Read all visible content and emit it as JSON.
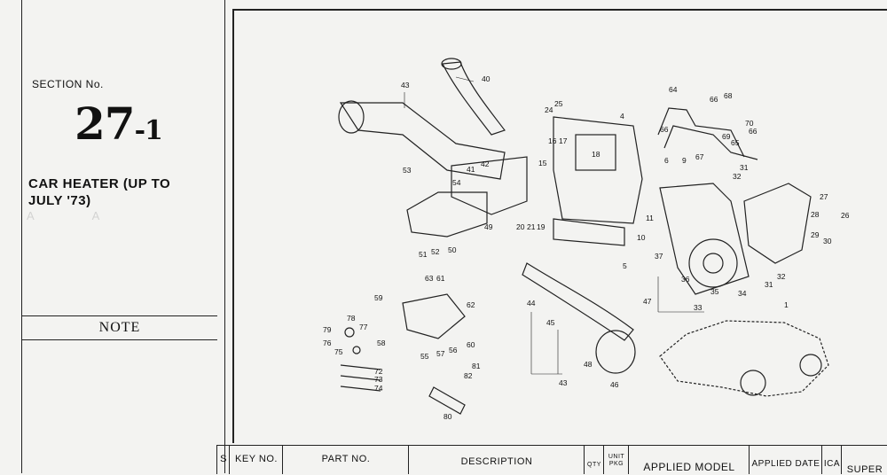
{
  "section": {
    "label": "SECTION No.",
    "number": "27",
    "suffix": "-1",
    "title": "CAR HEATER (UP TO JULY '73)"
  },
  "note": {
    "label": "NOTE"
  },
  "table_header": {
    "s": "S",
    "key_no": "KEY NO.",
    "part_no": "PART NO.",
    "description": "DESCRIPTION",
    "qty": "QTY",
    "unit_pkg": "UNIT PKG",
    "applied_model": "APPLIED MODEL",
    "applied_date": "APPLIED DATE",
    "ica": "ICA",
    "super": "SUPER"
  },
  "callouts": [
    "1",
    "4",
    "5",
    "6",
    "9",
    "10",
    "11",
    "15",
    "16",
    "17",
    "18",
    "19",
    "20",
    "21",
    "24",
    "25",
    "26",
    "27",
    "28",
    "29",
    "30",
    "31",
    "32",
    "33",
    "34",
    "35",
    "36",
    "37",
    "40",
    "42",
    "43",
    "44",
    "45",
    "46",
    "47",
    "48",
    "49",
    "50",
    "51",
    "52",
    "53",
    "54",
    "55",
    "56",
    "57",
    "58",
    "59",
    "60",
    "61",
    "62",
    "63",
    "64",
    "65",
    "66",
    "67",
    "68",
    "69",
    "70",
    "72",
    "73",
    "74",
    "75",
    "76",
    "77",
    "78",
    "79",
    "80",
    "81",
    "82"
  ]
}
